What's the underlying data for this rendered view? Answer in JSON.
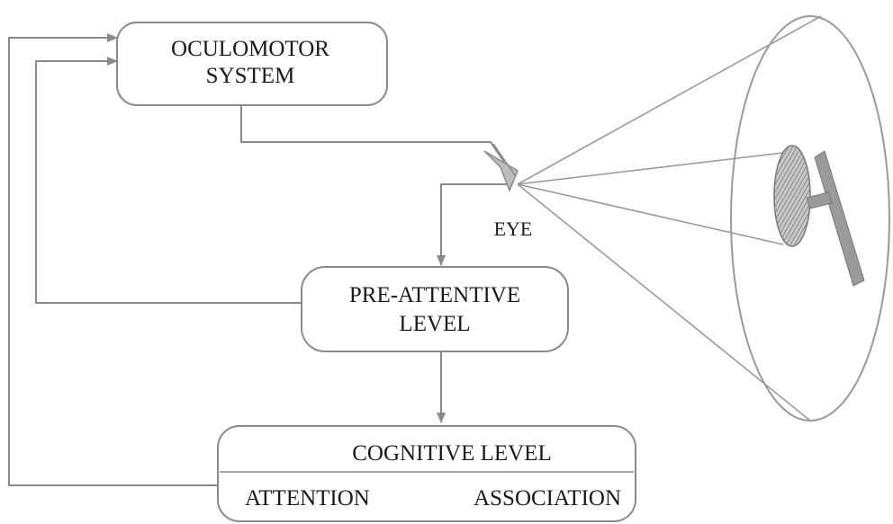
{
  "nodes": {
    "oculomotor": {
      "line1": "OCULOMOTOR",
      "line2": "SYSTEM"
    },
    "eye": {
      "label": "EYE"
    },
    "preattentive": {
      "line1": "PRE-ATTENTIVE",
      "line2": "LEVEL"
    },
    "cognitive": {
      "title": "COGNITIVE LEVEL",
      "left": "ATTENTION",
      "right": "ASSOCIATION"
    }
  },
  "colors": {
    "stroke": "#8a8a8a",
    "text": "#1a1a1a",
    "letter_fill": "#9a9a9a"
  }
}
